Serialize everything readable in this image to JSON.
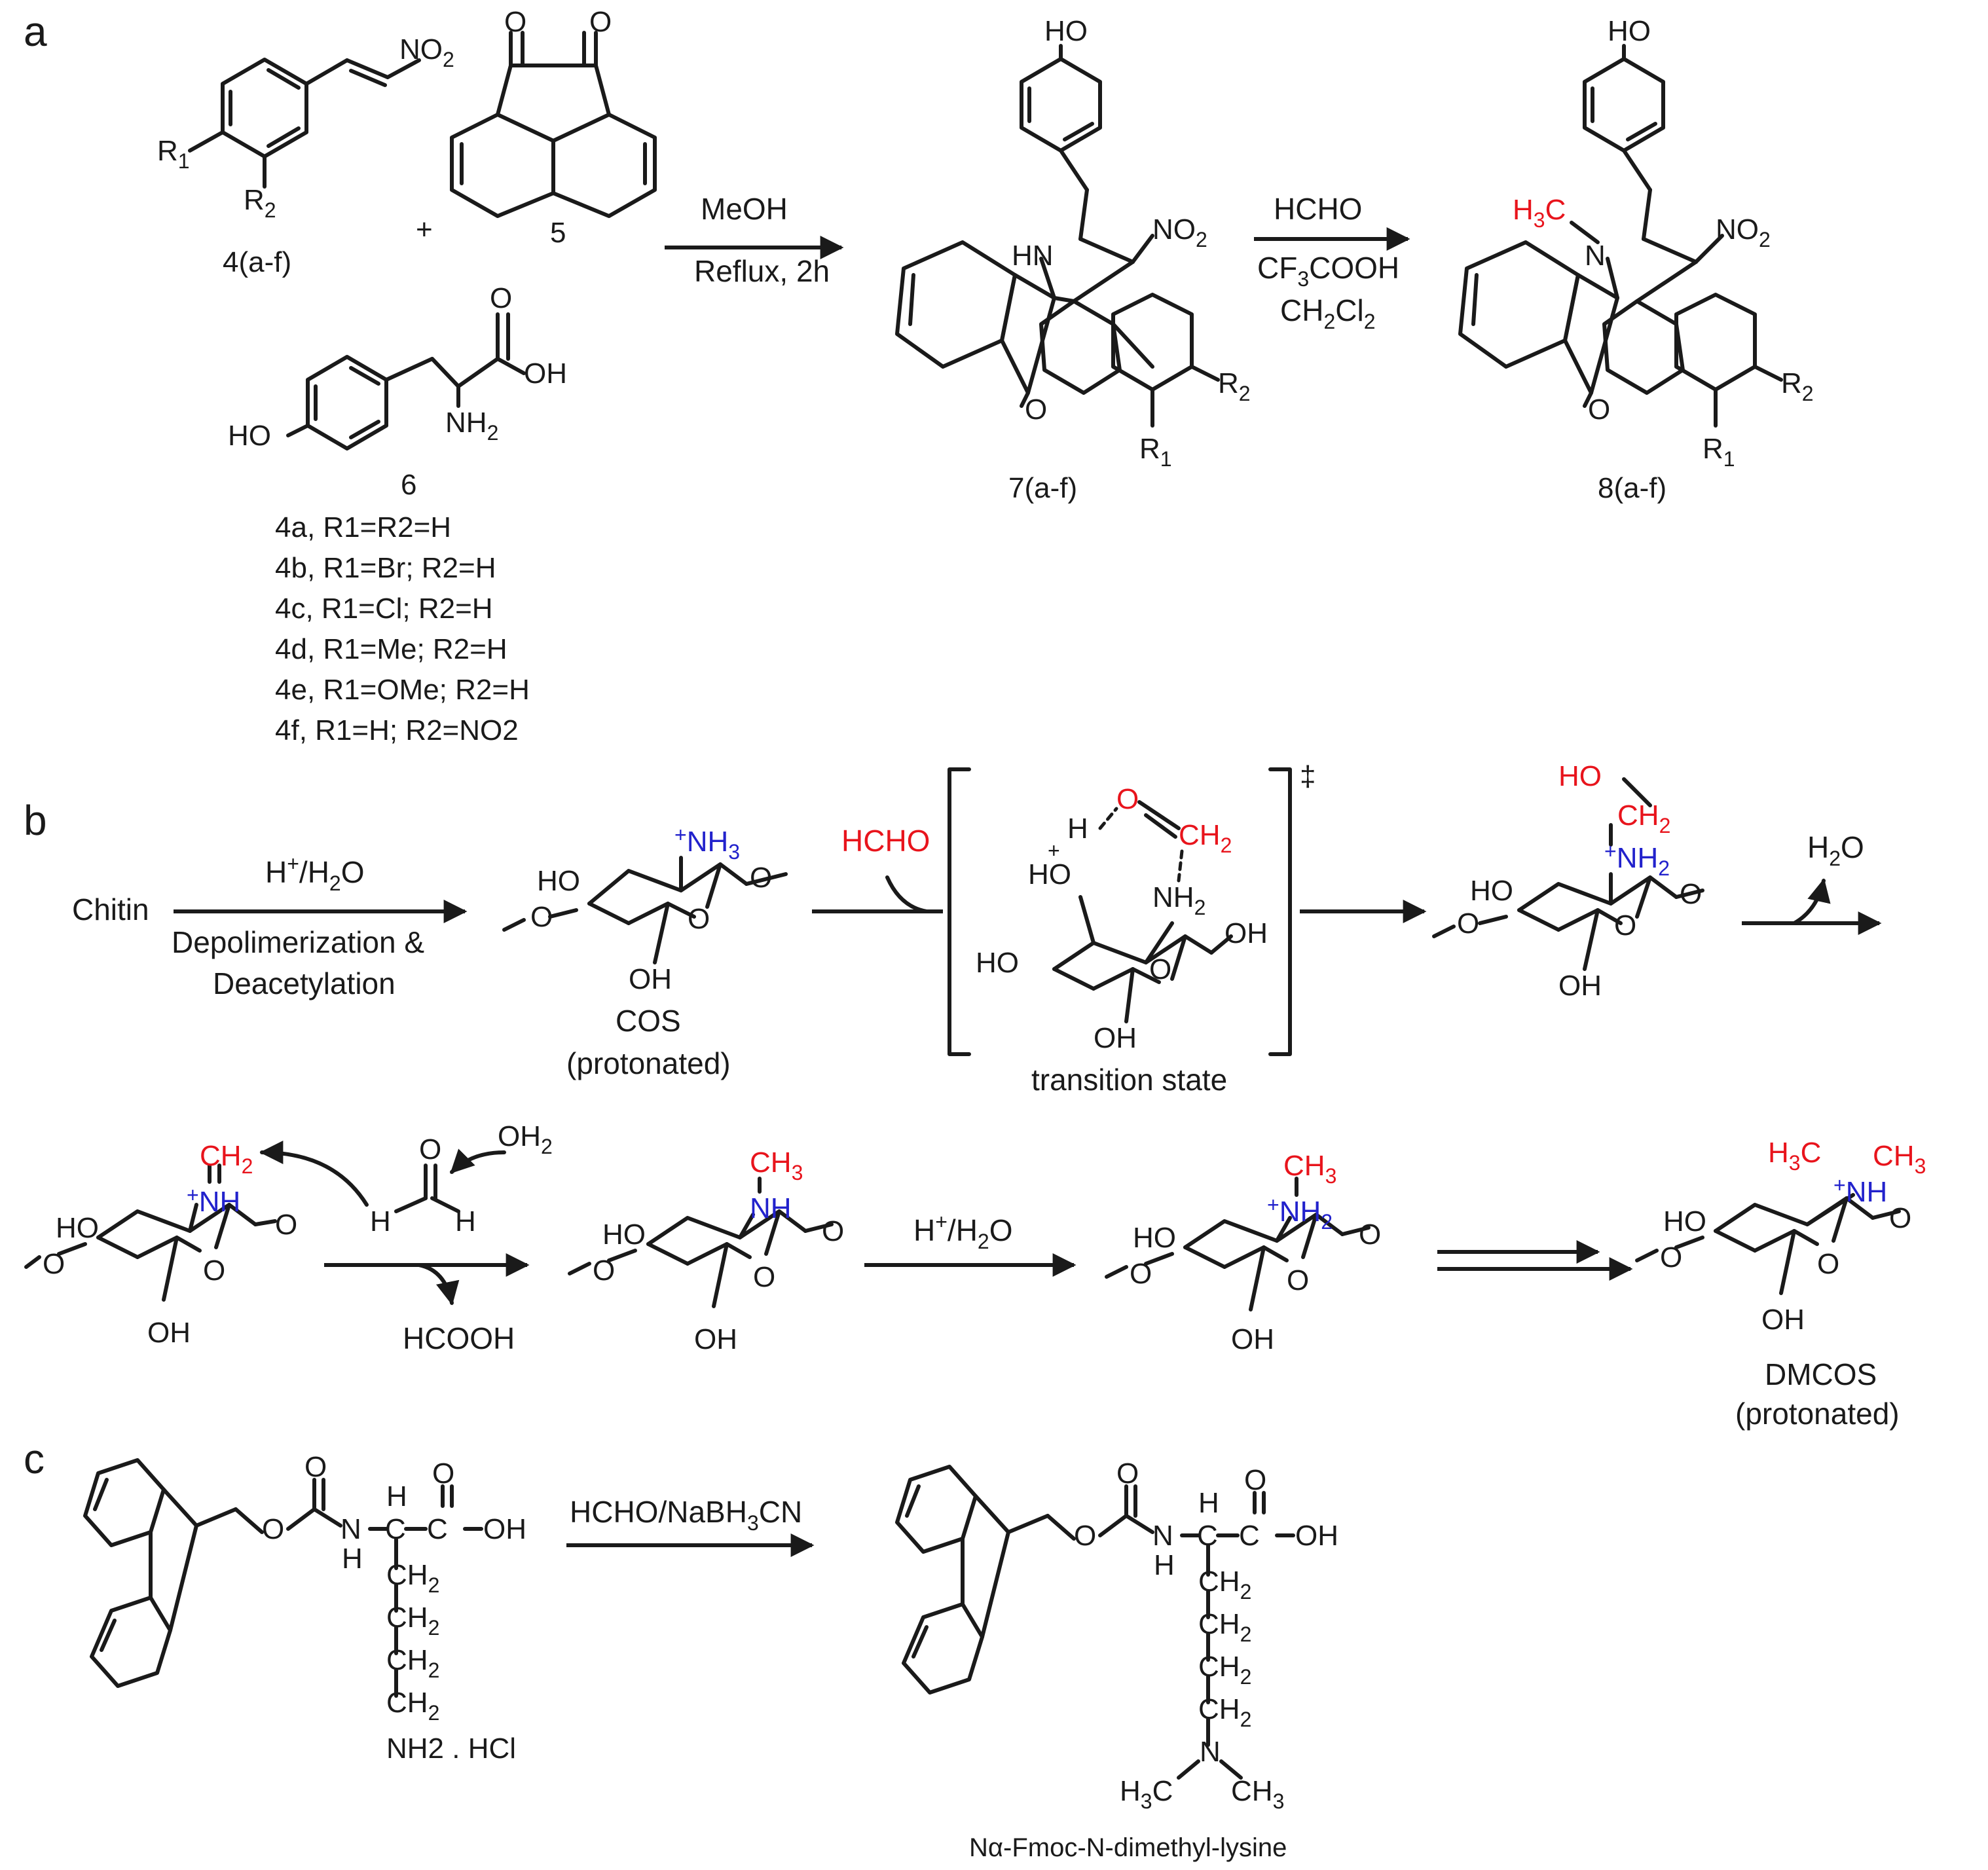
{
  "panels": {
    "a": "a",
    "b": "b",
    "c": "c"
  },
  "panel_a": {
    "reactant_4_label": "4(a-f)",
    "reactant_5_label": "5",
    "reactant_6_label": "6",
    "plus": "+",
    "step1_reagent": "MeOH",
    "step1_condition": "Reflux, 2h",
    "product7_label": "7(a-f)",
    "step2_reagents": [
      "HCHO",
      "CF3COOH",
      "CH2Cl2"
    ],
    "product8_label": "8(a-f)",
    "substituents": [
      "4a, R1=R2=H",
      "4b, R1=Br; R2=H",
      "4c, R1=Cl; R2=H",
      "4d, R1=Me; R2=H",
      "4e, R1=OMe; R2=H",
      "4f, R1=H; R2=NO2"
    ]
  },
  "panel_b": {
    "start": "Chitin",
    "step1_top": "H+/H2O",
    "step1_bottom": [
      "Depolimerization &",
      "Deacetylation"
    ],
    "cos_label": [
      "COS",
      "(protonated)"
    ],
    "hcho": "HCHO",
    "ts_label": "transition state",
    "ts_mark": "‡",
    "water_out": "H2O",
    "formic": "HCOOH",
    "step_acid": "H+/H2O",
    "dmcos_label": [
      "DMCOS",
      "(protonated)"
    ]
  },
  "panel_c": {
    "reagent": "HCHO/NaBH3CN",
    "reactant_tail": "NH2 . HCl",
    "product_label": "Nα-Fmoc-N-dimethyl-lysine"
  },
  "colors": {
    "methyl": "#e8141c",
    "ammonium": "#2222cc",
    "ink": "#1a1a1a"
  }
}
